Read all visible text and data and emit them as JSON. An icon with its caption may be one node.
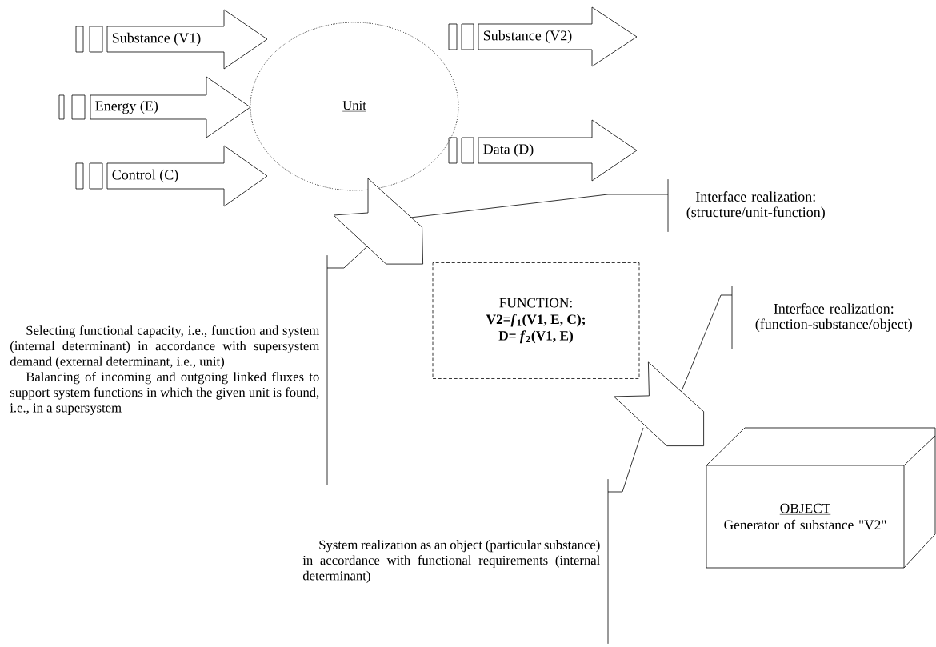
{
  "diagram": {
    "nodes": [
      {
        "text": [
          "Unit"
        ]
      },
      {
        "text": [
          "Interface realization: (structure/unit-function)"
        ]
      },
      {
        "text": [
          "Selecting functional capacity, i.e., function and system (internal determinant) in accordance with supersystem demand (external determinant, i.e., unit)",
          "Balancing of incoming and outgoing linked fluxes to support system functions in which the given unit is found, i.e., in a supersystem"
        ]
      },
      {
        "text": [
          "FUNCTION:",
          "V2=*f*$_{1}$(V1, E, C);",
          "D= *f*$_{2}$(V1, E)"
        ]
      },
      {
        "text": [
          "Interface realization: (function-substance/object)"
        ]
      },
      {
        "text": [
          "System realization as an object (particular substance) in accordance with functional requirements (internal determinant)"
        ]
      },
      {
        "text": [
          "OBJECT",
          "Generator of substance \"V2\""
        ]
      }
    ],
    "edges": [
      {
        "from": null,
        "to": 0,
        "arrow": "to",
        "label": "Substance (V1)"
      },
      {
        "from": null,
        "to": 0,
        "arrow": "to",
        "label": "Energy (E)"
      },
      {
        "from": null,
        "to": 0,
        "arrow": "to",
        "label": "Control (C)"
      },
      {
        "from": 0,
        "to": null,
        "arrow": "to",
        "label": "Substance (V2)"
      },
      {
        "from": 0,
        "to": null,
        "arrow": "to",
        "label": "Data (D)"
      },
      {
        "from": 3,
        "to": 0,
        "arrow": "to"
      },
      {
        "from": 6,
        "to": 3,
        "arrow": "to"
      },
      {
        "from": 1,
        "to": null,
        "arrow": "none"
      },
      {
        "from": 2,
        "to": null,
        "arrow": "none"
      },
      {
        "from": 4,
        "to": null,
        "arrow": "none"
      },
      {
        "from": 5,
        "to": null,
        "arrow": "none"
      }
    ]
  }
}
